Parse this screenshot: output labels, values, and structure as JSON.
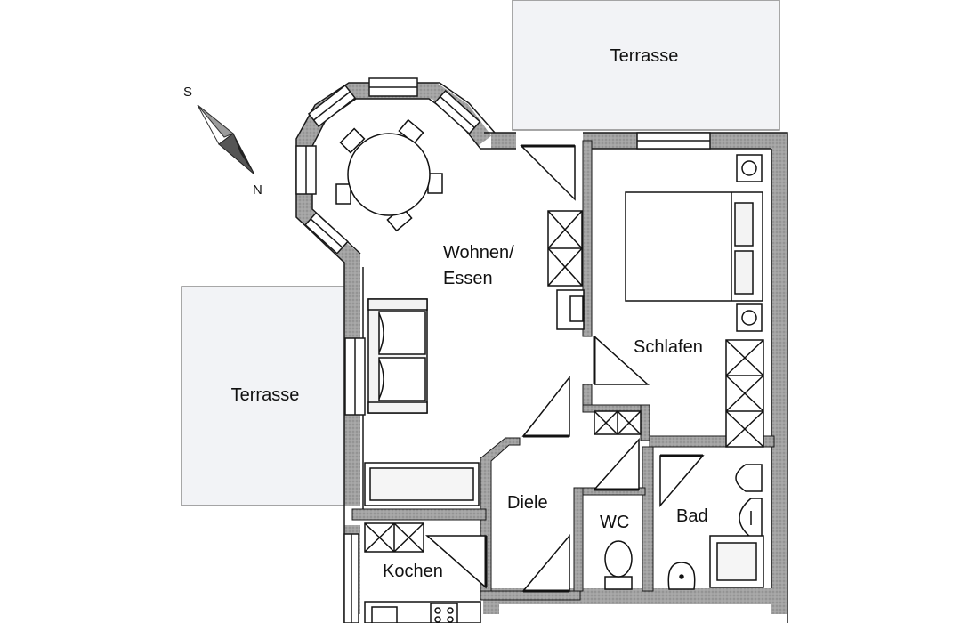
{
  "plan": {
    "rooms": {
      "terrace_top": "Terrasse",
      "terrace_left": "Terrasse",
      "living_line1": "Wohnen/",
      "living_line2": "Essen",
      "bedroom": "Schlafen",
      "hall": "Diele",
      "wc": "WC",
      "bath": "Bad",
      "kitchen": "Kochen"
    },
    "compass": {
      "south": "S",
      "north": "N"
    },
    "colors": {
      "wall_fill": "#9c9c9c",
      "wall_stroke": "#1a1a1a",
      "terrace_fill": "#f2f3f6",
      "terrace_stroke": "#8a8a8a",
      "furniture_fill": "#f3f3f3",
      "line": "#111111"
    }
  }
}
